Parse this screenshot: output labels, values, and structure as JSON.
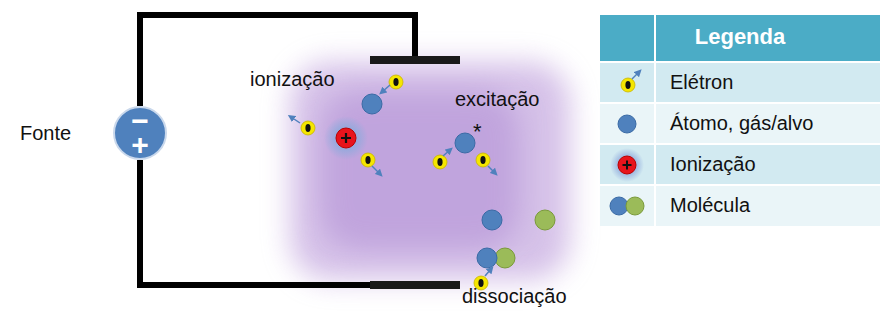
{
  "diagram": {
    "nodes": [
      {
        "text": [
          "−",
          "+"
        ]
      }
    ],
    "labels": [
      "Fonte",
      "ionização",
      "*",
      "excitação",
      "dissociação",
      "Legenda"
    ],
    "legend": [
      {
        "text": "Elétron"
      },
      {
        "text": "Átomo, gás/alvo"
      },
      {
        "text": "Ionização"
      },
      {
        "text": "Molécula"
      }
    ]
  }
}
